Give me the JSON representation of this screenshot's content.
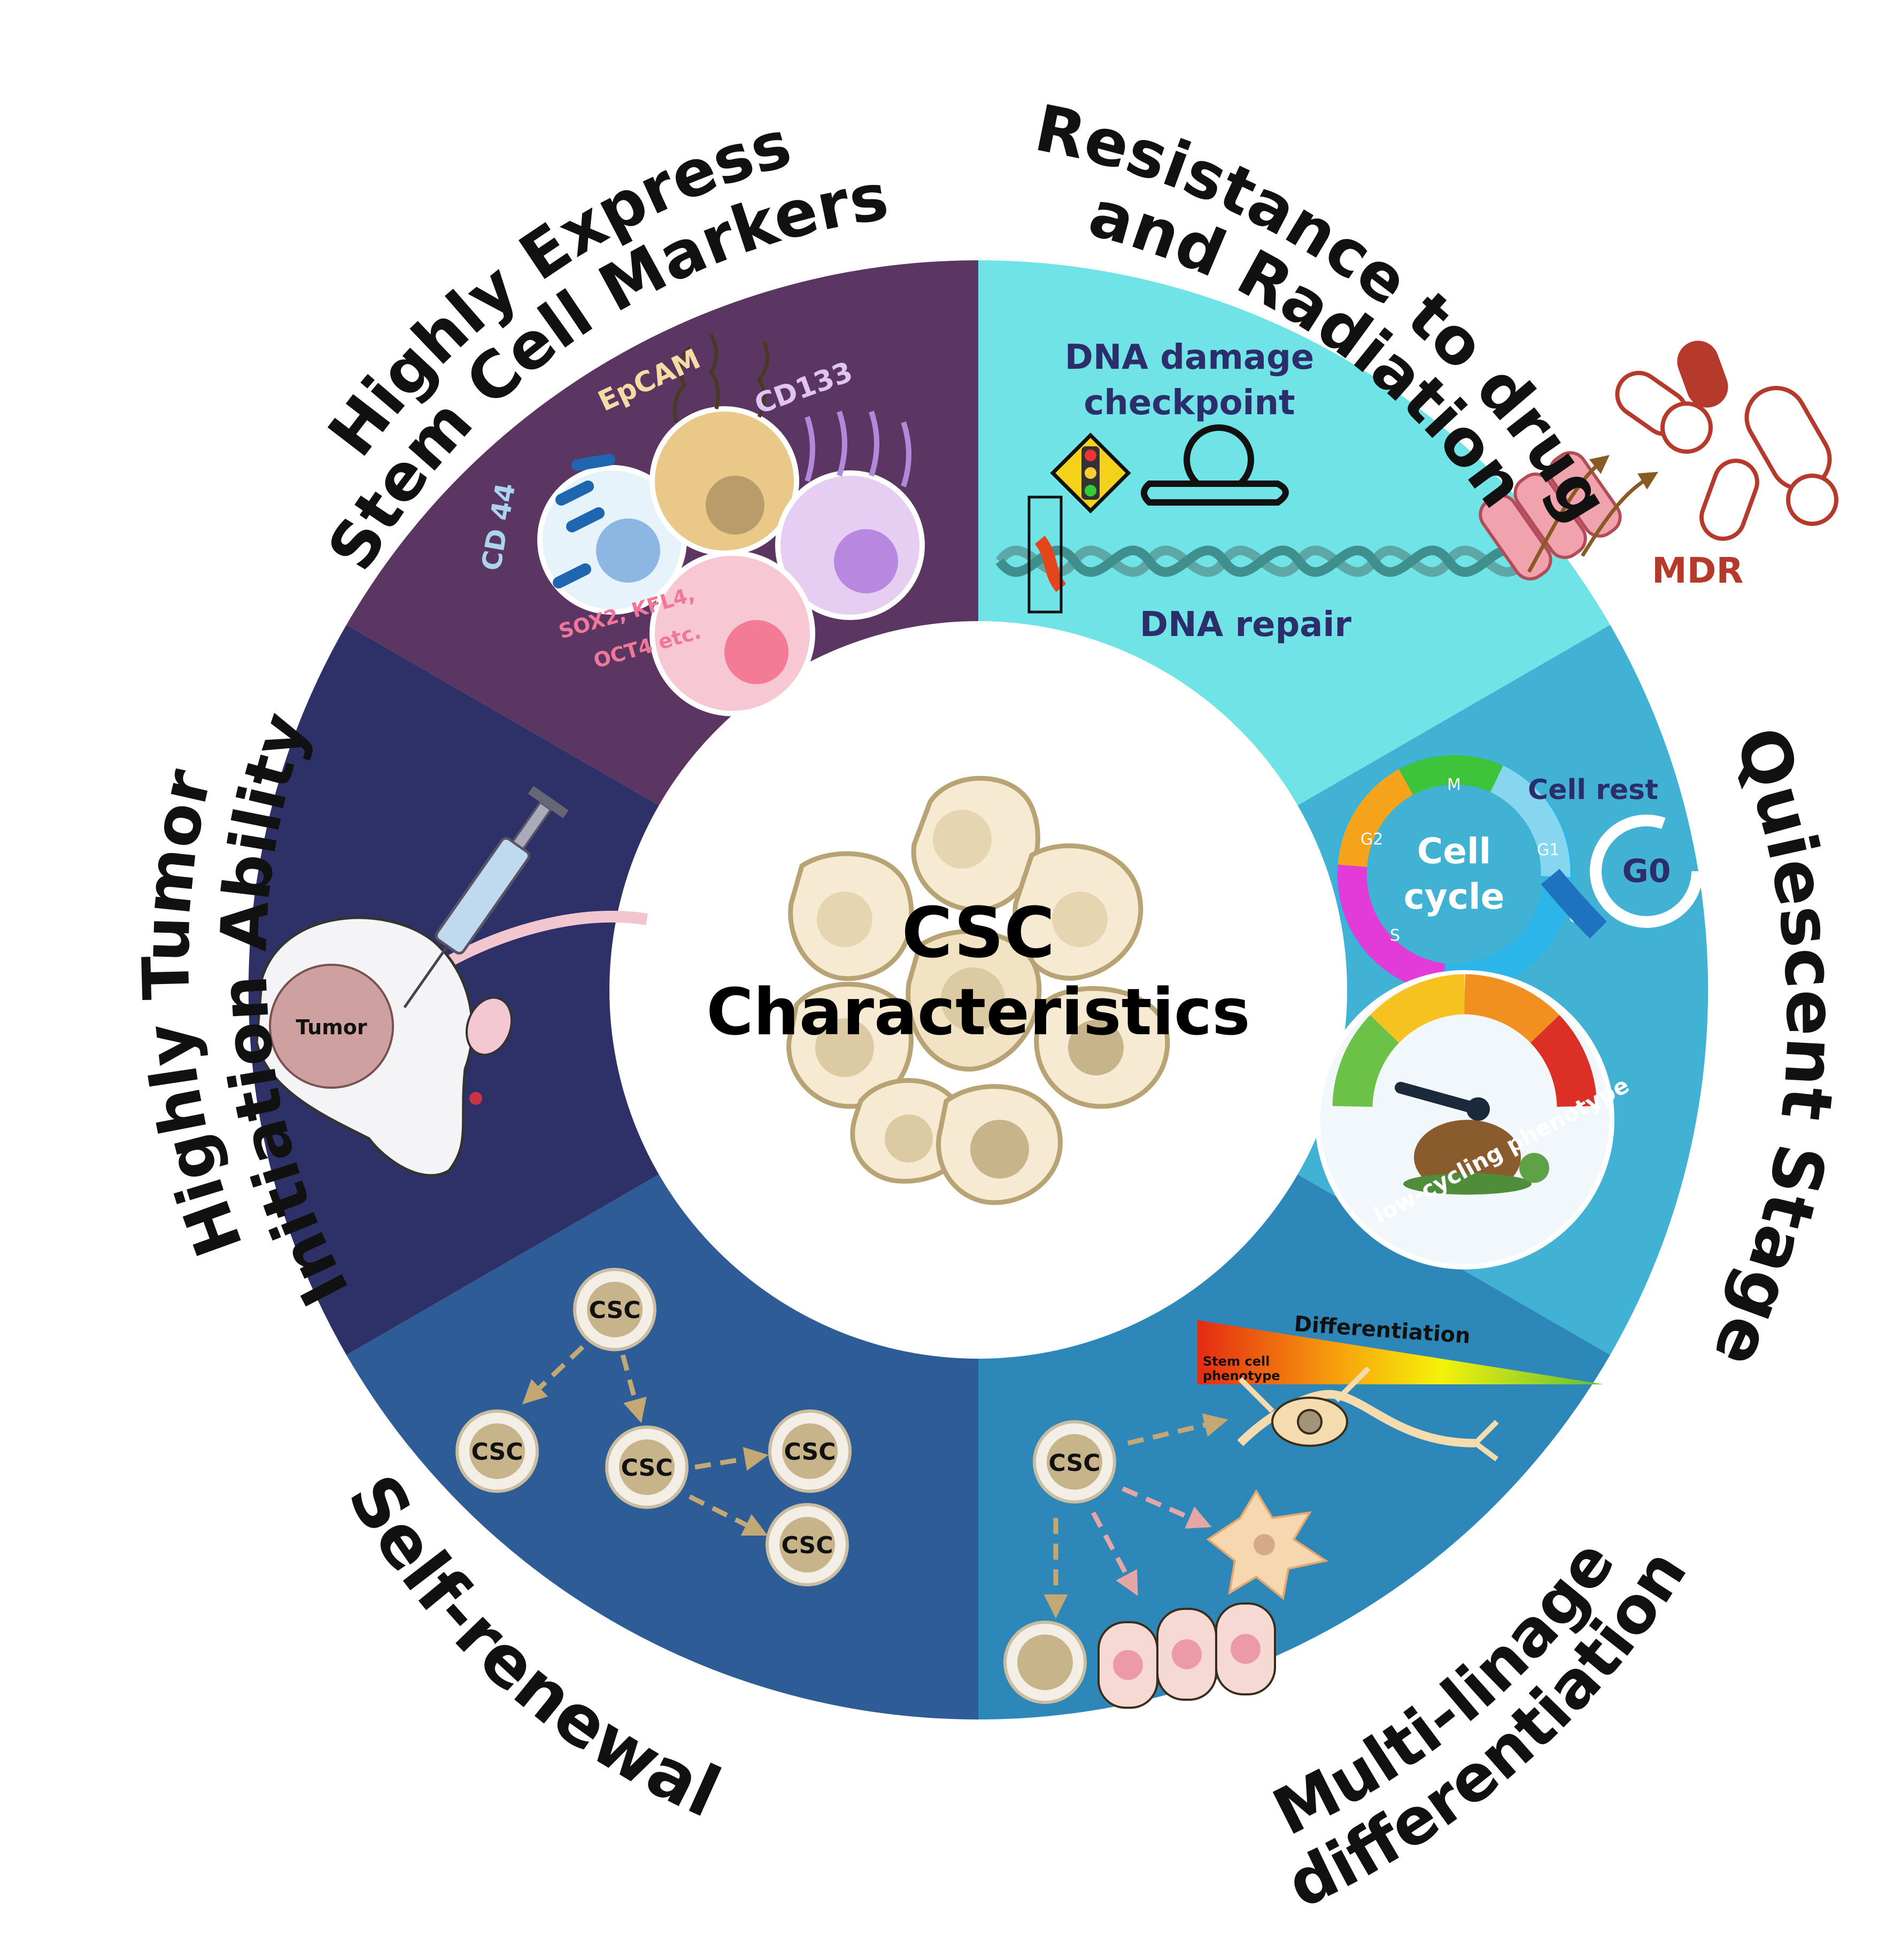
{
  "center": {
    "line1": "CSC",
    "line2": "Characteristics"
  },
  "outer_titles": {
    "markers": [
      "Highly Express",
      "Stem Cell Markers"
    ],
    "resistance": [
      "Resistance to drug",
      "and Radiation"
    ],
    "quiescent": [
      "Quiescent Stage"
    ],
    "multi": [
      "Multi-linage",
      "differentiation"
    ],
    "self": [
      "Self-renewal"
    ],
    "tumor": [
      "Highly Tumor",
      "Initiation Ability"
    ]
  },
  "markers": {
    "cd44": "CD 44",
    "epcam": "EpCAM",
    "cd133": "CD133",
    "sox": [
      "SOX2, KFL4,",
      "OCT4 etc."
    ]
  },
  "resistance": {
    "checkpoint": [
      "DNA damage",
      "checkpoint"
    ],
    "repair": "DNA repair",
    "mdr": "MDR"
  },
  "quiescent": {
    "cell_cycle": [
      "Cell",
      "cycle"
    ],
    "phases": [
      "M",
      "G1",
      "G0",
      "S",
      "G2"
    ],
    "cell_rest": "Cell rest",
    "g0": "G0",
    "gauge": "low-cycling phenotype"
  },
  "multi": {
    "gradient_top": "Differentiation",
    "gradient_bottom": [
      "Stem cell",
      "phenotype"
    ],
    "csc": "CSC"
  },
  "self_renewal": {
    "csc": "CSC"
  },
  "tumor": {
    "label": "Tumor"
  },
  "colors": {
    "markers": "#5c3663",
    "resistance": "#6fe3e6",
    "quiescent": "#41b2d4",
    "multi": "#2e87b9",
    "self": "#2d5c96",
    "tumor": "#2e3167"
  }
}
